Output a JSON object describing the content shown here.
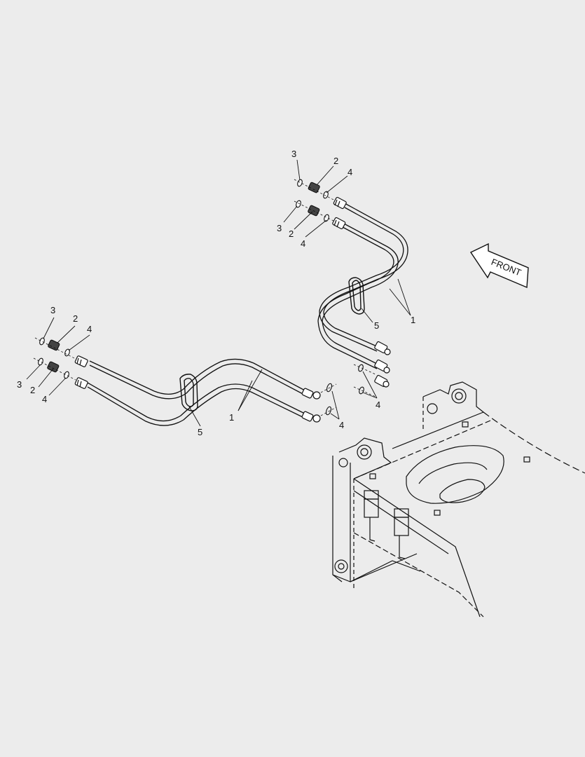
{
  "diagram": {
    "background": "#ececec",
    "line_color": "#111111",
    "front_label": "FRONT",
    "callouts": [
      {
        "id": "c3-top",
        "text": "3"
      },
      {
        "id": "c2-top",
        "text": "2"
      },
      {
        "id": "c4-top",
        "text": "4"
      },
      {
        "id": "c3-mid",
        "text": "3"
      },
      {
        "id": "c2-mid",
        "text": "2"
      },
      {
        "id": "c4-mid",
        "text": "4"
      },
      {
        "id": "c5-right",
        "text": "5"
      },
      {
        "id": "c1-right",
        "text": "1"
      },
      {
        "id": "c4-right",
        "text": "4"
      },
      {
        "id": "c3-left-top",
        "text": "3"
      },
      {
        "id": "c2-left-top",
        "text": "2"
      },
      {
        "id": "c4-left-top",
        "text": "4"
      },
      {
        "id": "c3-left-bot",
        "text": "3"
      },
      {
        "id": "c2-left-bot",
        "text": "2"
      },
      {
        "id": "c4-left-bot",
        "text": "4"
      },
      {
        "id": "c5-left",
        "text": "5"
      },
      {
        "id": "c1-left",
        "text": "1"
      },
      {
        "id": "c4-center",
        "text": "4"
      }
    ]
  }
}
